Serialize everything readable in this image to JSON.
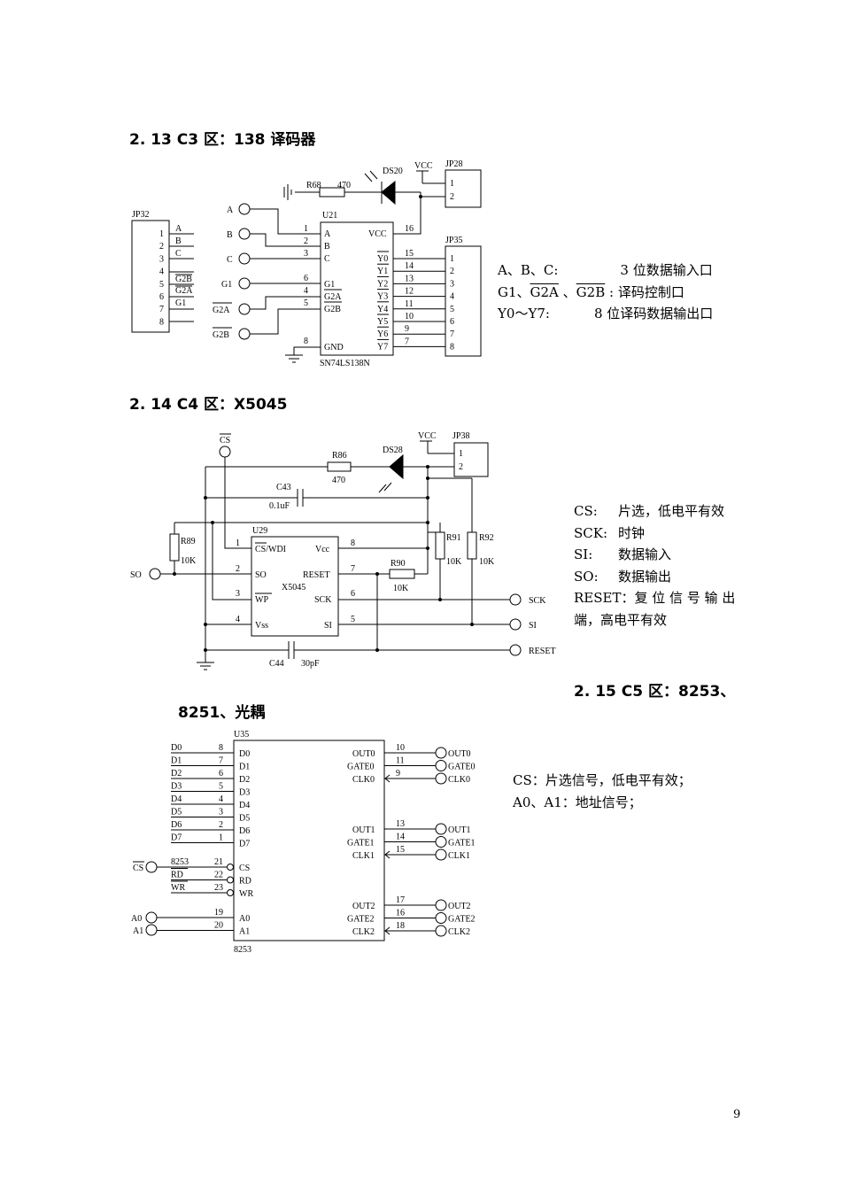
{
  "sections": {
    "s213": {
      "heading": "2. 13  C3 区：138 译码器"
    },
    "s214": {
      "heading": "2. 14  C4 区：X5045"
    },
    "s215": {
      "heading_line1": "2. 15  C5 区：8253、",
      "heading_line2": "8251、光耦"
    }
  },
  "c3": {
    "labels": {
      "jp32": "JP32",
      "jp28": "JP28",
      "jp35": "JP35",
      "u21": "U21",
      "r68": "R68",
      "r68_val": "470",
      "ds20": "DS20",
      "vcc": "VCC",
      "vcc_pin": "VCC",
      "gnd_pin": "GND",
      "part": "SN74LS138N",
      "in_a": "A",
      "in_b": "B",
      "in_c": "C",
      "in_g1": "G1",
      "in_g2a": "G2A",
      "in_g2b": "G2B",
      "jp32_a": "A",
      "jp32_b": "B",
      "jp32_c": "C",
      "jp32_g2b": "G2B",
      "jp32_g2a": "G2A",
      "jp32_g1": "G1",
      "pin_a": "A",
      "pin_b": "B",
      "pin_c": "C",
      "pin_g1": "G1",
      "pin_g2a": "G2A",
      "pin_g2b": "G2B",
      "y0": "Y0",
      "y1": "Y1",
      "y2": "Y2",
      "y3": "Y3",
      "y4": "Y4",
      "y5": "Y5",
      "y6": "Y6",
      "y7": "Y7"
    },
    "jp32_pins": [
      "1",
      "2",
      "3",
      "4",
      "5",
      "6",
      "7",
      "8"
    ],
    "jp35_pins": [
      "1",
      "2",
      "3",
      "4",
      "5",
      "6",
      "7",
      "8"
    ],
    "jp28_pins": [
      "1",
      "2"
    ],
    "input_pin_nums": [
      "1",
      "2",
      "3",
      "6",
      "4",
      "5",
      "8"
    ],
    "output_pin_nums": [
      "16",
      "15",
      "14",
      "13",
      "12",
      "11",
      "10",
      "9",
      "7"
    ],
    "desc": {
      "line1_left": "A、B、C:",
      "line1_right": "3 位数据输入口",
      "line2_a": "G1、",
      "line2_b": "G2A",
      "line2_c": " 、",
      "line2_d": "G2B",
      "line2_e": " : 译码控制口",
      "line3_left": "Y0～Y7:",
      "line3_right": "8 位译码数据输出口"
    }
  },
  "c4": {
    "labels": {
      "cs": "CS",
      "r86": "R86",
      "r86_val": "470",
      "ds28": "DS28",
      "vcc": "VCC",
      "jp38": "JP38",
      "c43": "C43",
      "c43_val": "0.1uF",
      "u29": "U29",
      "r89": "R89",
      "r89_val": "10K",
      "r91": "R91",
      "r91_val": "10K",
      "r92": "R92",
      "r92_val": "10K",
      "r90": "R90",
      "r90_val": "10K",
      "pin_cswdi": "CS/WDI",
      "pin_vcc": "Vcc",
      "pin_so": "SO",
      "pin_reset": "RESET",
      "part": "X5045",
      "pin_wp": "WP",
      "pin_sck": "SCK",
      "pin_vss": "Vss",
      "pin_si": "SI",
      "so": "SO",
      "sck": "SCK",
      "si": "SI",
      "reset": "RESET",
      "c44": "C44",
      "c44_val": "30pF"
    },
    "pin_nums": [
      "1",
      "8",
      "2",
      "7",
      "3",
      "6",
      "4",
      "5"
    ],
    "jp38_pins": [
      "1",
      "2"
    ],
    "desc": [
      {
        "k": "CS:",
        "v": "片选，低电平有效"
      },
      {
        "k": "SCK:",
        "v": "时钟"
      },
      {
        "k": "SI:",
        "v": "数据输入"
      },
      {
        "k": "SO:",
        "v": "数据输出"
      }
    ],
    "desc_reset_line1": "RESET：复 位 信 号 输 出",
    "desc_reset_line2": "端，高电平有效"
  },
  "c5": {
    "labels": {
      "u35": "U35",
      "part": "8253",
      "cs": "CS",
      "a0": "A0",
      "a1": "A1"
    },
    "data_lines": [
      "D0",
      "D1",
      "D2",
      "D3",
      "D4",
      "D5",
      "D6",
      "D7"
    ],
    "data_pins": [
      "8",
      "7",
      "6",
      "5",
      "4",
      "3",
      "2",
      "1"
    ],
    "ctrl_lines": [
      "8253",
      "RD",
      "WR"
    ],
    "ctrl_pins": [
      "21",
      "22",
      "23"
    ],
    "ctrl_names": [
      "CS",
      "RD",
      "WR"
    ],
    "addr_pins": [
      "19",
      "20"
    ],
    "addr_names": [
      "A0",
      "A1"
    ],
    "right_pins": [
      "OUT0",
      "GATE0",
      "CLK0",
      "OUT1",
      "GATE1",
      "CLK1",
      "OUT2",
      "GATE2",
      "CLK2"
    ],
    "right_nums": [
      "10",
      "11",
      "9",
      "13",
      "14",
      "15",
      "17",
      "16",
      "18"
    ],
    "desc_line1": "CS：片选信号，低电平有效；",
    "desc_line2": "A0、A1：地址信号；"
  },
  "page_number": "9"
}
